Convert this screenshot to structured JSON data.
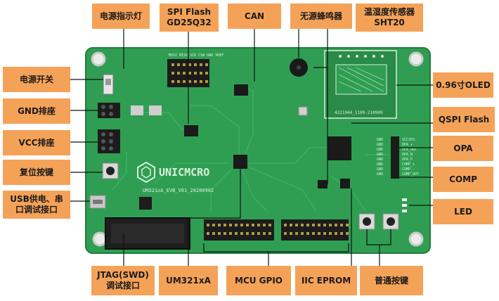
{
  "labels": {
    "power_led": "电源指示灯",
    "spi_flash": [
      "SPI Flash",
      "GD25Q32"
    ],
    "can": "CAN",
    "buzzer": "无源蜂鸣器",
    "sensor": [
      "温湿度传感器",
      "SHT20"
    ],
    "power_switch": "电源开关",
    "oled": "0.96寸OLED",
    "gnd_header": "GND排座",
    "qspi_flash": "QSPI Flash",
    "vcc_header": "VCC排座",
    "opa": "OPA",
    "reset_button": "复位按键",
    "comp": "COMP",
    "usb": [
      "USB供电、串",
      "口调试接口"
    ],
    "led": "LED",
    "jtag": [
      "JTAG(SWD)",
      "调试接口"
    ],
    "mcu": "UM321xA",
    "gpio": "MCU GPIO",
    "eeprom": "IIC EPROM",
    "user_button": "普通按键"
  },
  "silkscreen": {
    "brand": "UNICMCRO",
    "board_id": "UM321xA_EVB_V01_20200902",
    "oled_id": "4221944_1109-210909",
    "top_pins": "MOSI MISO SCK CS# GND VREF",
    "opa_pins": [
      "GND",
      "GND",
      "GND",
      "GND",
      "GND",
      "GND",
      "GND",
      "GND"
    ],
    "opa_signals": [
      "VCC3P3",
      "OPA_+",
      "OPA_OUT",
      "OPA_N",
      "OPA_P",
      "COMP_+",
      "COMP_-",
      "COMP_OUT"
    ]
  }
}
